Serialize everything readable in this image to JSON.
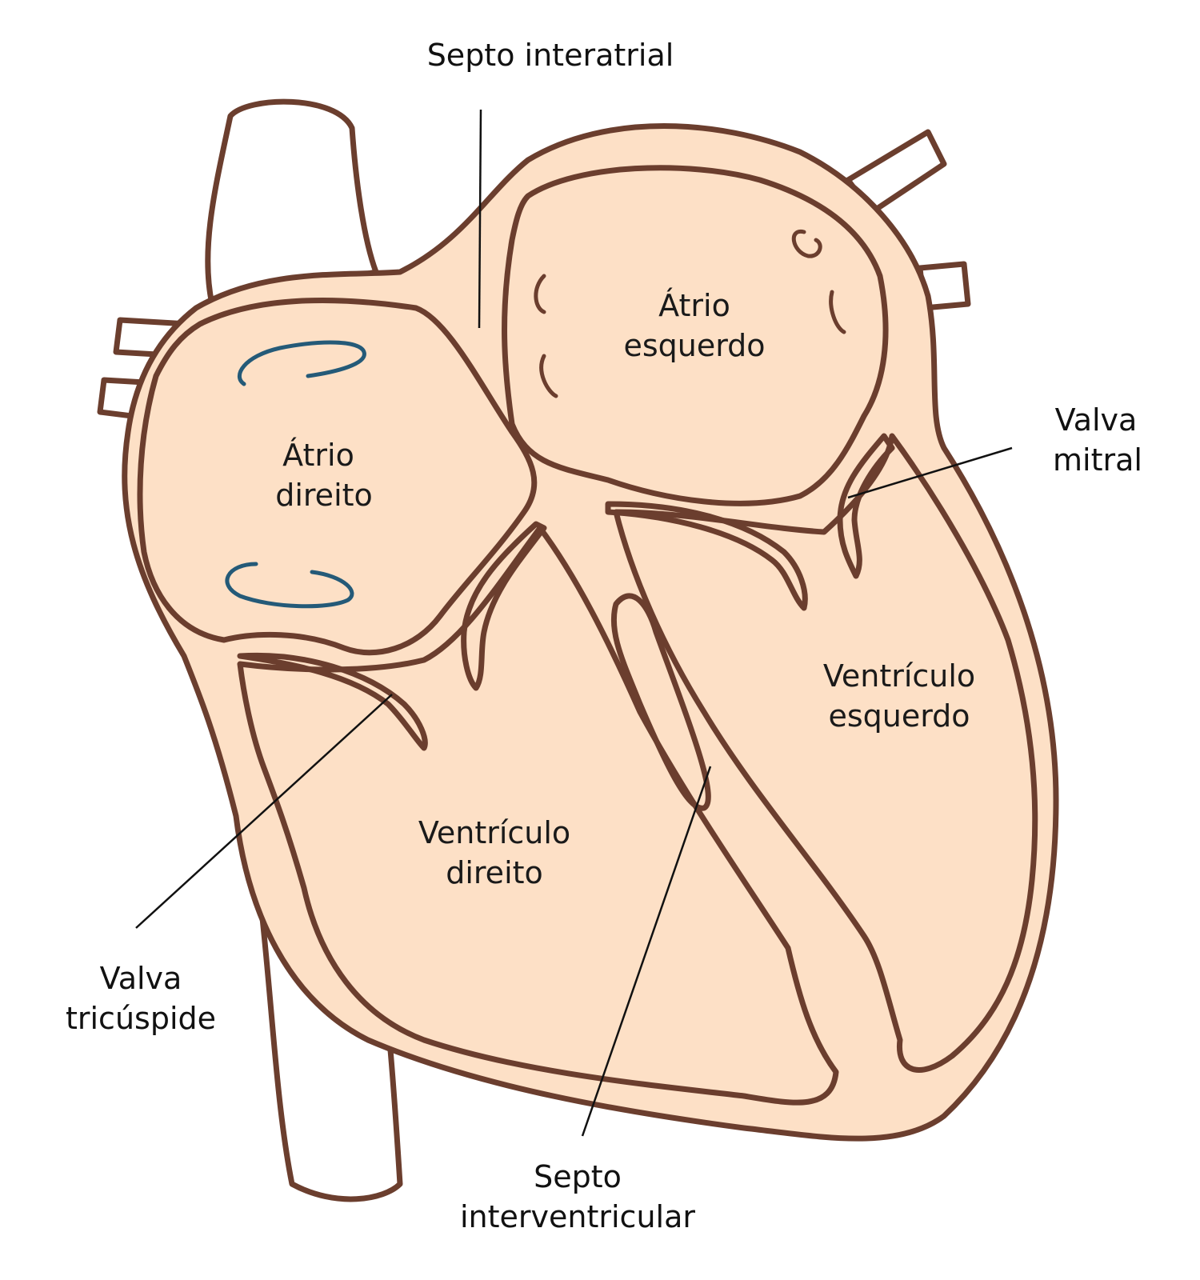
{
  "labels": {
    "septo_interatrial": "Septo interatrial",
    "atrio_esquerdo_l1": "Átrio",
    "atrio_esquerdo_l2": "esquerdo",
    "atrio_direito_l1": "Átrio",
    "atrio_direito_l2": "direito",
    "valva_mitral_l1": "Valva",
    "valva_mitral_l2": "mitral",
    "ventriculo_esquerdo_l1": "Ventrículo",
    "ventriculo_esquerdo_l2": "esquerdo",
    "ventriculo_direito_l1": "Ventrículo",
    "ventriculo_direito_l2": "direito",
    "valva_tricuspide_l1": "Valva",
    "valva_tricuspide_l2": "tricúspide",
    "septo_interventricular_l1": "Septo",
    "septo_interventricular_l2": "interventricular"
  },
  "colors": {
    "deoxygenated_blue": "#a9dcf5",
    "oxygenated_red": "#f26b55",
    "muscle_wall": "#fde0c6",
    "outline_brown": "#6b3e2e"
  }
}
